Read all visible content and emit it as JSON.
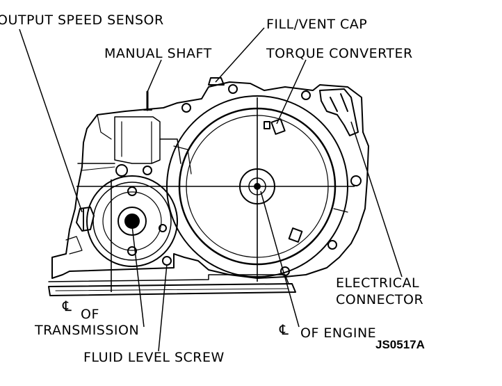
{
  "labels": {
    "output_speed_sensor": "OUTPUT SPEED SENSOR",
    "manual_shaft": "MANUAL SHAFT",
    "fill_vent_cap": "FILL/VENT CAP",
    "torque_converter": "TORQUE CONVERTER",
    "electrical_connector_line1": "ELECTRICAL",
    "electrical_connector_line2": "CONNECTOR",
    "cl_transmission_symbol": "℄",
    "cl_transmission_of": "OF",
    "cl_transmission_word": "TRANSMISSION",
    "fluid_level_screw": "FLUID LEVEL SCREW",
    "cl_engine_symbol": "℄",
    "cl_engine_text": "OF ENGINE",
    "figure_code": "JS0517A"
  }
}
